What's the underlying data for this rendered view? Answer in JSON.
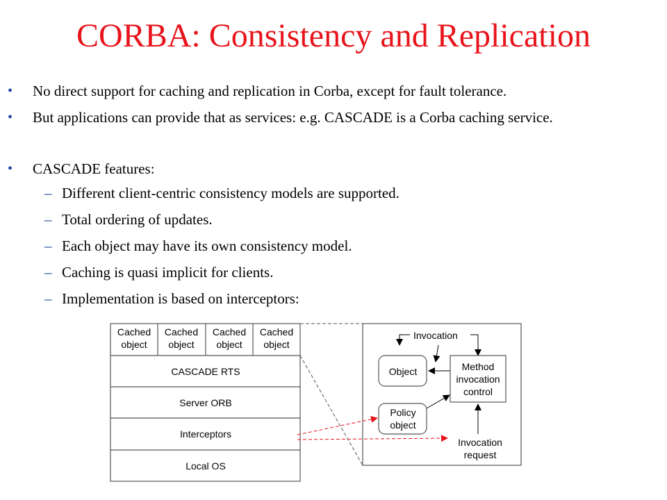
{
  "title": "CORBA: Consistency and Replication",
  "bullets": [
    "No direct support for caching and replication in Corba, except for fault tolerance.",
    "But applications can provide that as services: e.g. CASCADE is a Corba caching service.",
    "CASCADE features:"
  ],
  "features": [
    "Different client-centric consistency models are supported.",
    "Total ordering of updates.",
    "Each object may have its own consistency model.",
    "Caching is quasi implicit for clients.",
    "Implementation is based on interceptors:"
  ],
  "diagram": {
    "cached_objects": [
      [
        "Cached",
        "object"
      ],
      [
        "Cached",
        "object"
      ],
      [
        "Cached",
        "object"
      ],
      [
        "Cached",
        "object"
      ]
    ],
    "layers": [
      "CASCADE RTS",
      "Server ORB",
      "Interceptors",
      "Local OS"
    ],
    "detail": {
      "invocation": "Invocation",
      "object": "Object",
      "method_control": [
        "Method",
        "invocation",
        "control"
      ],
      "policy_object": [
        "Policy",
        "object"
      ],
      "invocation_request": [
        "Invocation",
        "request"
      ]
    }
  }
}
